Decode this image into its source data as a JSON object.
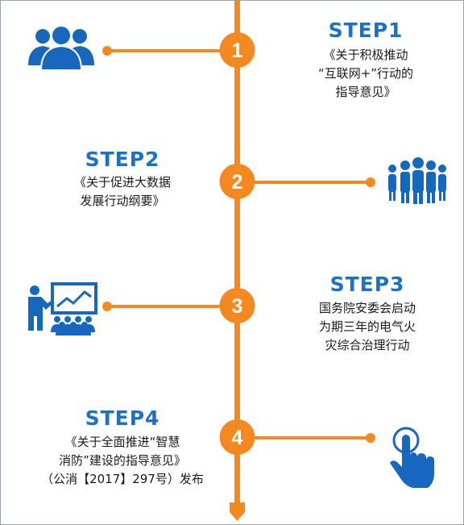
{
  "colors": {
    "accent": "#f5891f",
    "title": "#1a72c4",
    "icon": "#1668bf",
    "text": "#1a1a1a"
  },
  "steps": [
    {
      "number": "1",
      "title": "STEP1",
      "lines": [
        "《关于积极推动",
        "“互联网+”行动的",
        "指导意见》"
      ],
      "icon": "people-group-icon"
    },
    {
      "number": "2",
      "title": "STEP2",
      "lines": [
        "《关于促进大数据",
        "发展行动纲要》"
      ],
      "icon": "crowd-icon"
    },
    {
      "number": "3",
      "title": "STEP3",
      "lines": [
        "国务院安委会启动",
        "为期三年的电气火",
        "灾综合治理行动"
      ],
      "icon": "presentation-meeting-icon"
    },
    {
      "number": "4",
      "title": "STEP4",
      "lines": [
        "《关于全面推进“智慧",
        "消防”建设的指导意见》",
        "（公消【2017】297号）发布"
      ],
      "icon": "tap-hand-icon"
    }
  ]
}
